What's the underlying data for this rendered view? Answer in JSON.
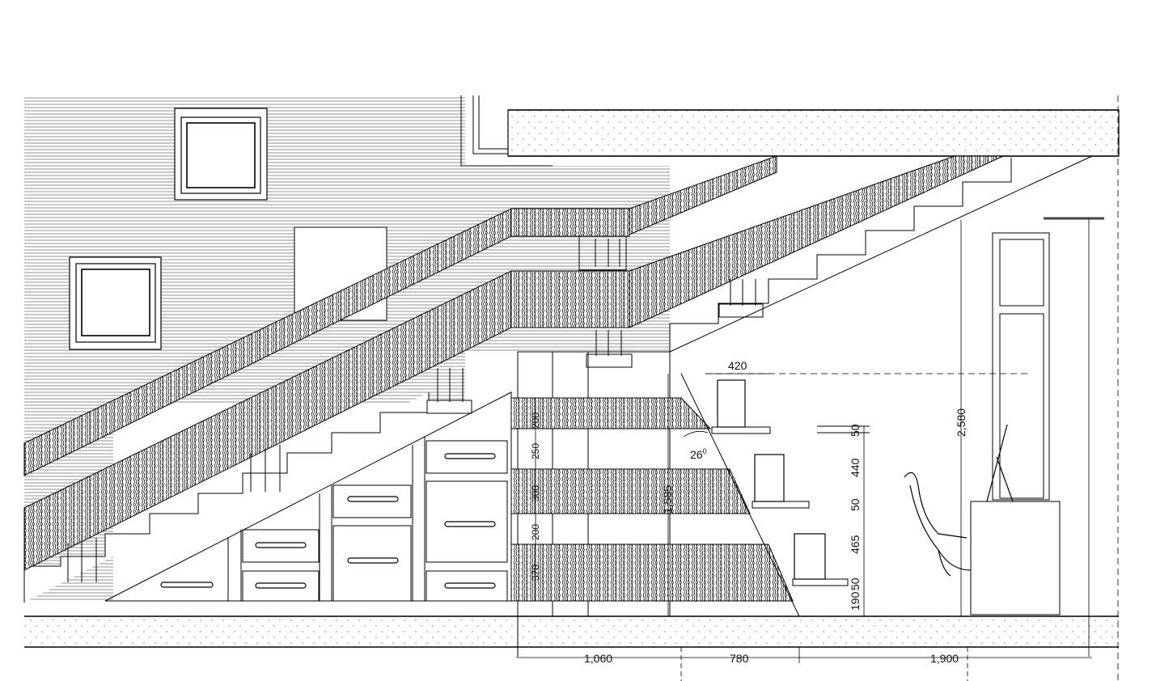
{
  "drawing": {
    "type": "architectural-elevation",
    "subject": "staircase with under-stair drawers, shelves and desk"
  },
  "dimensions": {
    "horizontal": [
      "1,060",
      "780",
      "1,900"
    ],
    "shelf_depth": "420",
    "height_total": "2,580",
    "stair_height": "1,585",
    "angle": "26",
    "angle_unit": "0",
    "panel_heights": [
      "200",
      "250",
      "300",
      "200",
      "370"
    ],
    "shelf_spacing": [
      "50",
      "440",
      "50",
      "465",
      "50",
      "190"
    ]
  }
}
